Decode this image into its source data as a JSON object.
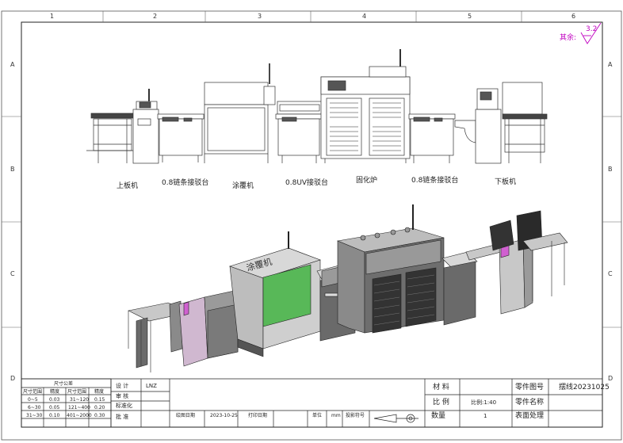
{
  "grid": {
    "columns": [
      "1",
      "2",
      "3",
      "4",
      "5",
      "6"
    ],
    "rows": [
      "A",
      "B",
      "C",
      "D"
    ]
  },
  "surface": {
    "label": "其余:",
    "value": "3.2"
  },
  "machines": [
    {
      "id": "loader",
      "label": "上板机"
    },
    {
      "id": "conveyor1",
      "label": "0.8链条接驳台"
    },
    {
      "id": "coater",
      "label": "涂覆机"
    },
    {
      "id": "uvconveyor",
      "label": "0.8UV接驳台"
    },
    {
      "id": "oven",
      "label": "固化炉"
    },
    {
      "id": "conveyor2",
      "label": "0.8链条接驳台"
    },
    {
      "id": "unloader",
      "label": "下板机"
    }
  ],
  "iso_text": "涂覆机",
  "tolerance": {
    "title": "尺寸公差",
    "headers": [
      "尺寸范围",
      "精度",
      "尺寸范围",
      "精度"
    ],
    "rows": [
      [
        "0~5",
        "0.03",
        "31~120",
        "0.15"
      ],
      [
        "6~30",
        "0.05",
        "121~400",
        "0.20"
      ],
      [
        "31~30",
        "0.10",
        "401~2000",
        "0.30"
      ]
    ]
  },
  "titleblock": {
    "design_label": "设 计",
    "design_value": "LNZ",
    "review_label": "审 核",
    "standard_label": "标准化",
    "approve_label": "批 准",
    "drawdate_label": "绘图日期",
    "drawdate_value": "2023-10-25",
    "printdate_label": "打印日期",
    "unit_label": "单位",
    "unit_value": "mm",
    "projection_label": "投影符号",
    "material_label": "材 料",
    "scale_label": "比 例",
    "scale_value": "比例:1:40",
    "qty_label": "数量",
    "qty_value": "1",
    "partno_label": "零件图号",
    "partno_value": "摆线20231025",
    "partname_label": "零件名称",
    "surface_label": "表面处理"
  }
}
